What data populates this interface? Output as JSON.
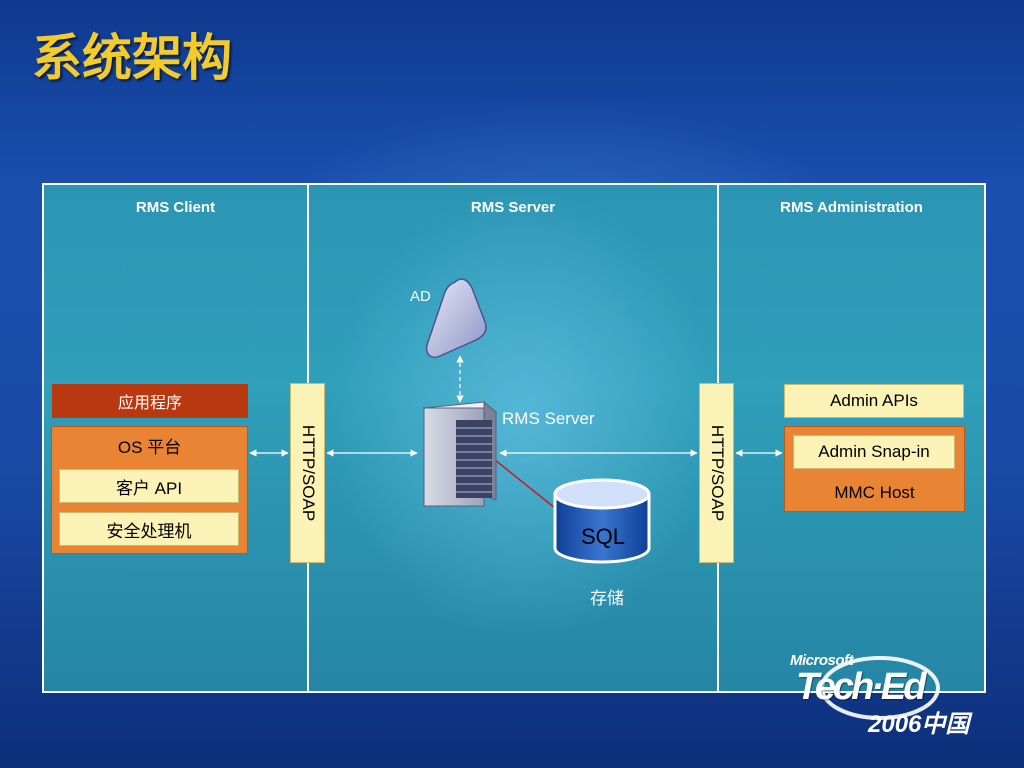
{
  "slide": {
    "title": "系统架构"
  },
  "columns": [
    {
      "label": "RMS Client"
    },
    {
      "label": "RMS Server"
    },
    {
      "label": "RMS Administration"
    }
  ],
  "client": {
    "app": "应用程序",
    "os_platform": "OS 平台",
    "client_api": "客户 API",
    "security_processor": "安全处理机"
  },
  "protocol": {
    "left": "HTTP/SOAP",
    "right": "HTTP/SOAP"
  },
  "server": {
    "ad_label": "AD",
    "server_label": "RMS Server",
    "db_label": "SQL",
    "storage_label": "存储"
  },
  "admin": {
    "apis": "Admin APIs",
    "snapin": "Admin Snap-in",
    "host": "MMC Host"
  },
  "logo": {
    "brand": "Microsoft",
    "event": "Tech·Ed",
    "year": "2006中国"
  },
  "colors": {
    "title": "#f3cc2b",
    "accent_orange": "#e98434",
    "accent_yellow": "#faf3b5",
    "accent_red": "#b83810",
    "panel": "#2f9fba"
  }
}
